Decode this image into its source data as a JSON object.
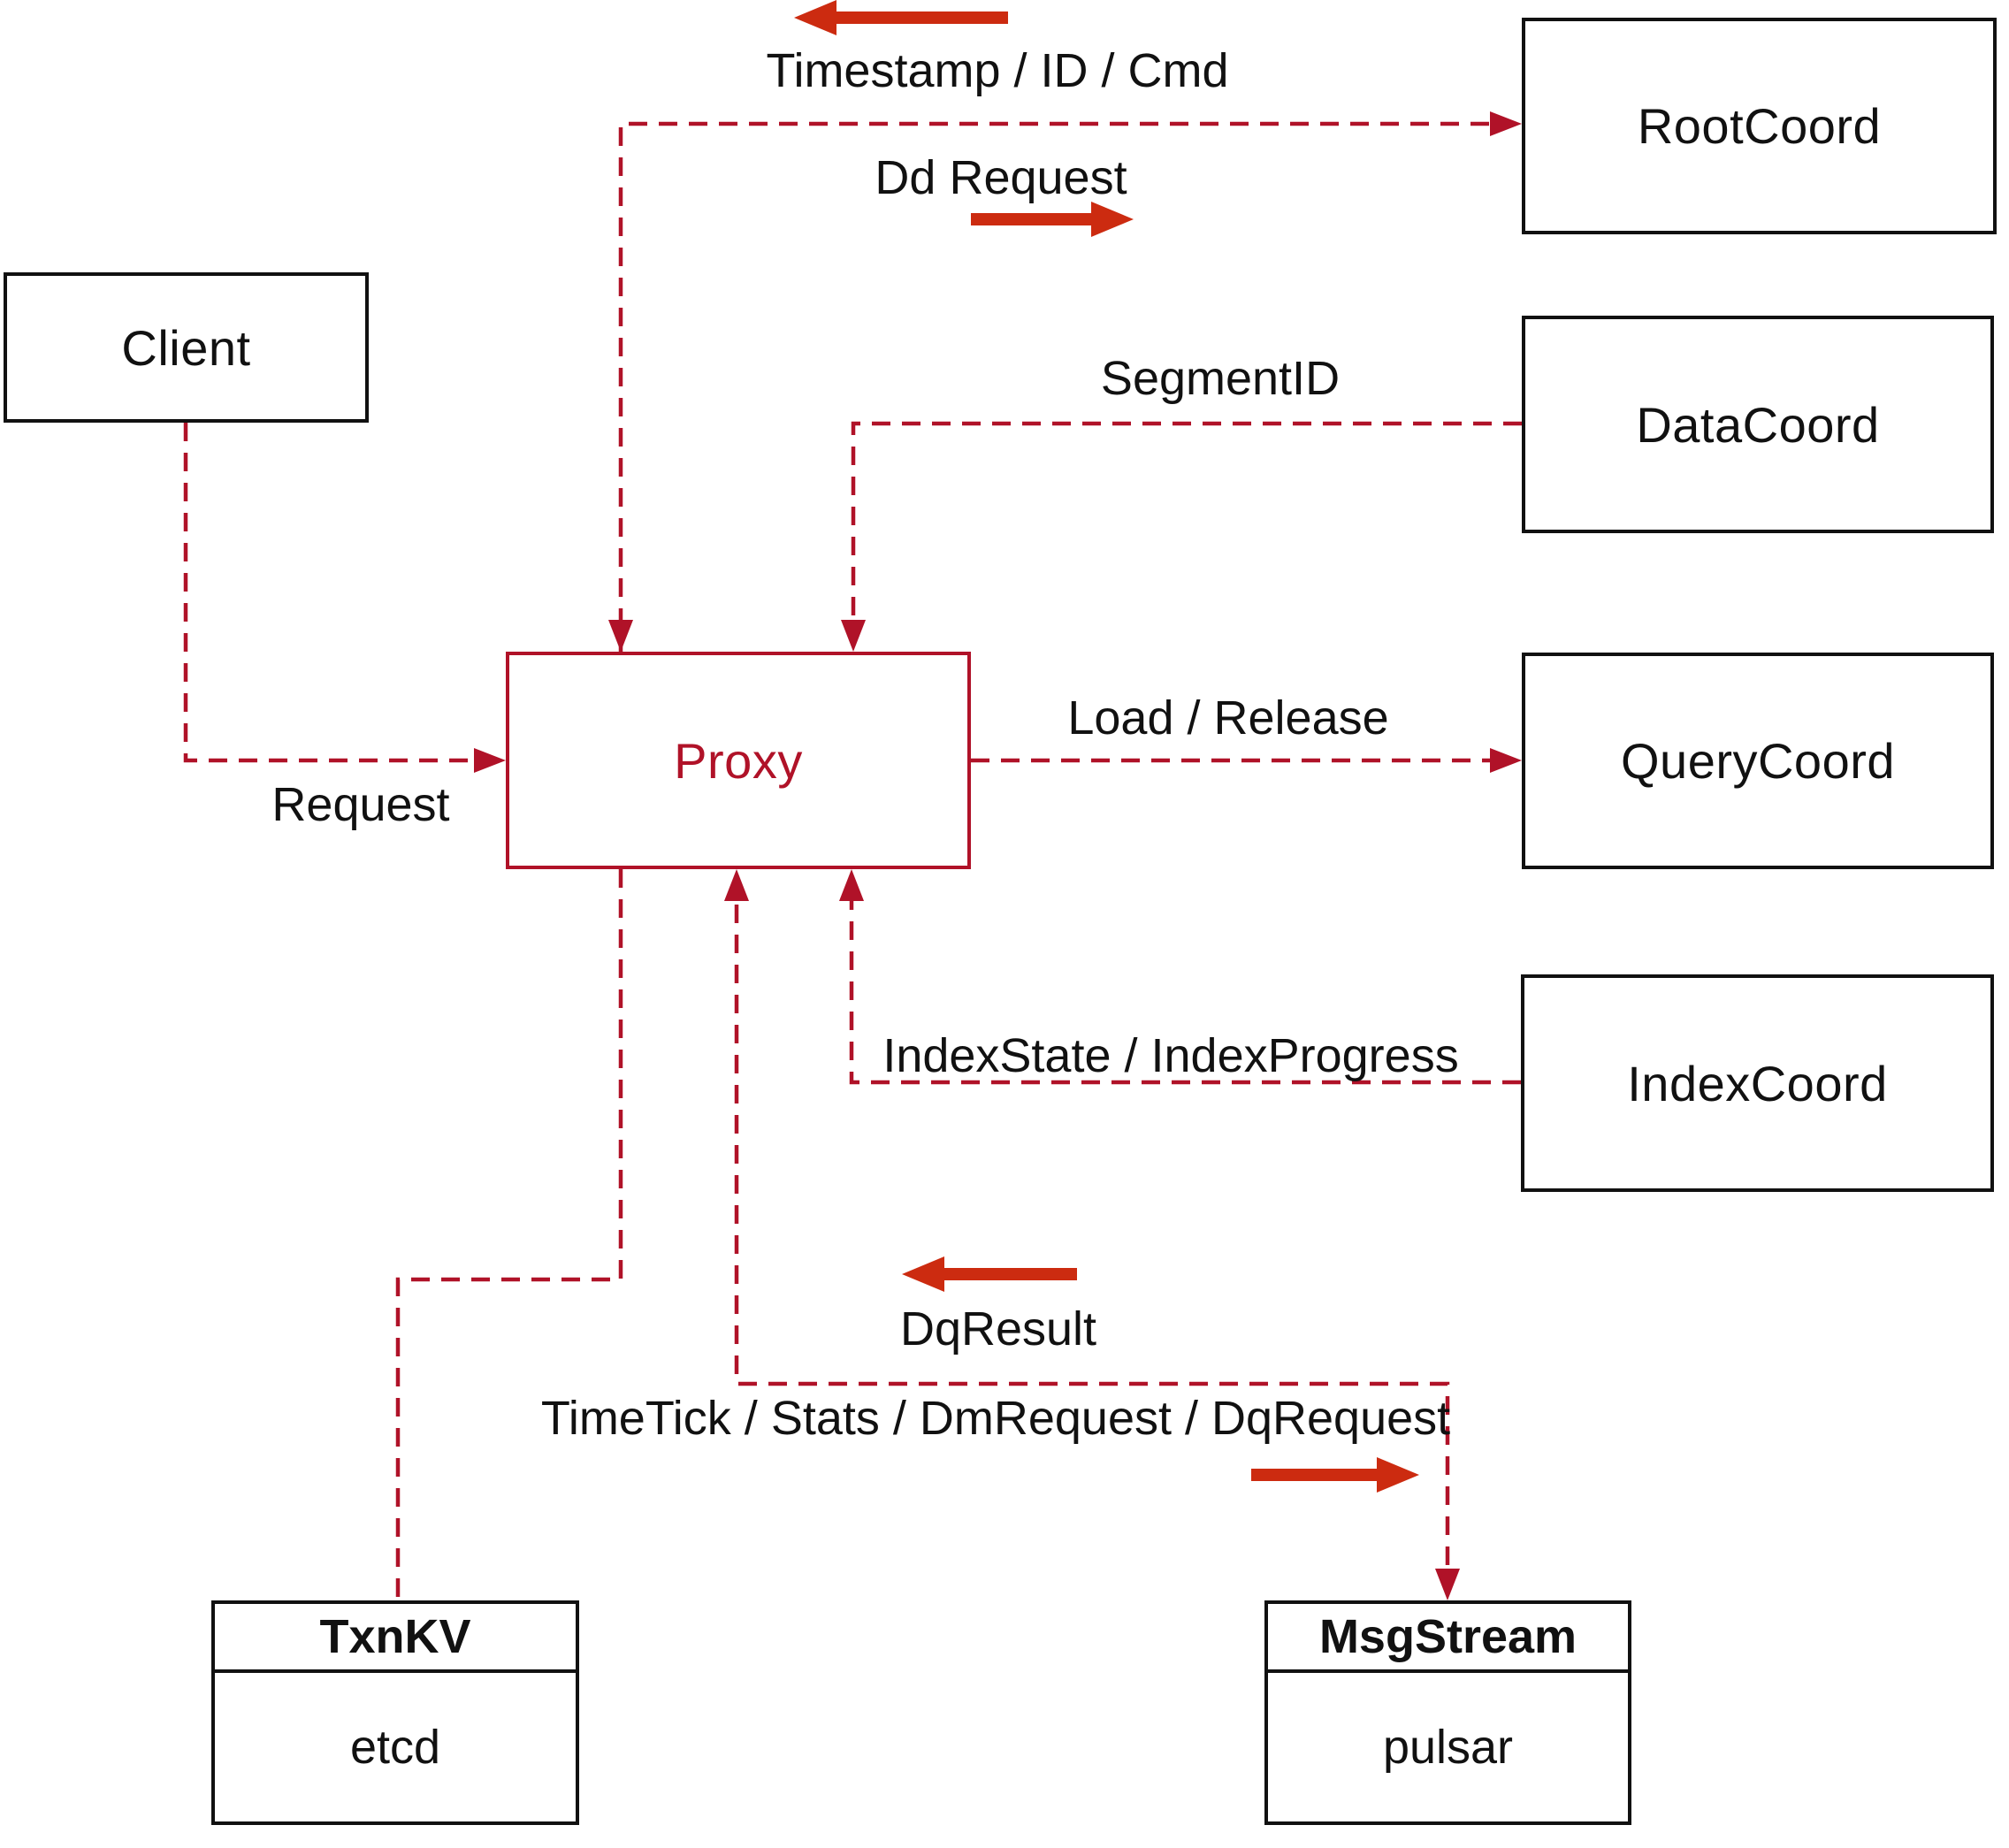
{
  "diagram": {
    "nodes": {
      "client": {
        "label": "Client"
      },
      "proxy": {
        "label": "Proxy"
      },
      "root_coord": {
        "label": "RootCoord"
      },
      "data_coord": {
        "label": "DataCoord"
      },
      "query_coord": {
        "label": "QueryCoord"
      },
      "index_coord": {
        "label": "IndexCoord"
      },
      "txn_kv": {
        "title": "TxnKV",
        "impl": "etcd"
      },
      "msg_stream": {
        "title": "MsgStream",
        "impl": "pulsar"
      }
    },
    "edge_labels": {
      "timestamp": "Timestamp / ID / Cmd",
      "dd_request": "Dd Request",
      "segment_id": "SegmentID",
      "load_release": "Load / Release",
      "index_state": "IndexState / IndexProgress",
      "request": "Request",
      "dq_result": "DqResult",
      "time_tick": "TimeTick / Stats / DmRequest / DqRequest"
    },
    "colors": {
      "dashed_line": "#b01228",
      "solid_arrow": "#cc2b10",
      "proxy_accent": "#b01228",
      "box_border": "#111111",
      "text": "#111111",
      "background": "#ffffff"
    }
  }
}
